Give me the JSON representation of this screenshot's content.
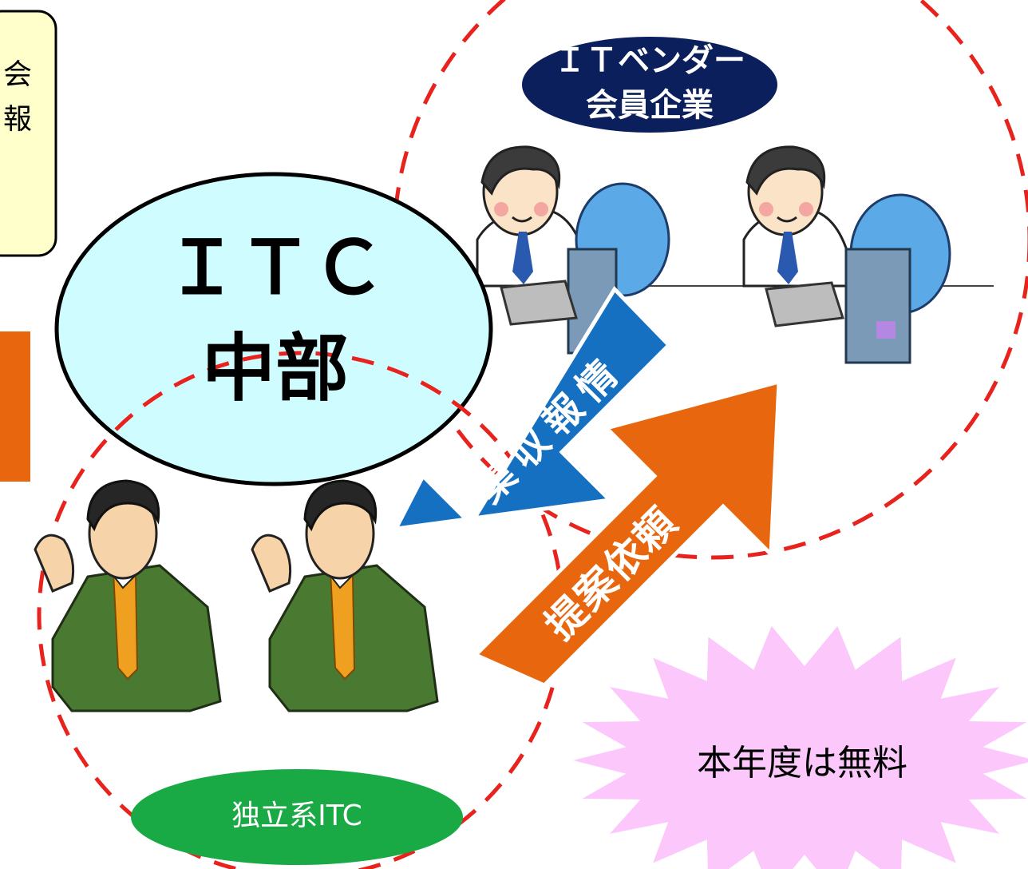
{
  "left_note": {
    "line1": "会",
    "line2": "報"
  },
  "itc_chubu": {
    "line1": "ＩＴＣ",
    "line2": "中部"
  },
  "it_vendor": {
    "line1": "ＩＴベンダー",
    "line2": "会員企業"
  },
  "independent_itc": {
    "label": "独立系ITC"
  },
  "arrow_info": {
    "chars": [
      "情",
      "報",
      "収",
      "集"
    ]
  },
  "arrow_proposal": {
    "label": "提案依頼"
  },
  "free_badge": {
    "label": "本年度は無料"
  },
  "colors": {
    "dashed_circle": "#e8221c",
    "itc_fill": "#cffcff",
    "vendor_fill": "#0a1f5c",
    "independent_fill": "#1aaa45",
    "info_arrow": "#1670c2",
    "proposal_arrow": "#e8670e",
    "note_fill": "#ffffcc",
    "starburst": "#fcc8fc"
  }
}
